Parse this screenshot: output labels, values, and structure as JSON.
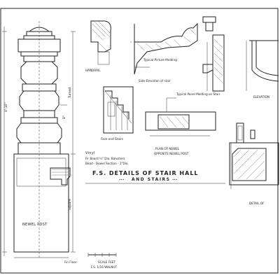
{
  "sheet": {
    "title_line1": "F.S. DETAILS OF STAIR HALL",
    "title_line2": "AND STAIRS",
    "dots": "•••"
  },
  "newel": {
    "label": "NEWEL POST",
    "dim_turned": "Turned",
    "dim_square": "Square",
    "dim_8in": "8\"",
    "dim_left": "4'-10\"",
    "note_floor": "Fin Floor"
  },
  "notes": {
    "vinyl_heading": "Vinyl",
    "vinyl_line1": "Fir Board ½\" Dia. Balusters",
    "vinyl_line2": "Bead - Dowel Section - 1\"Dia"
  },
  "details": {
    "handrail": "HANDRAIL",
    "typical_molding": "Typical Picture Molding",
    "side_elevation_stair": "Side Elevation of stair",
    "typical_panel": "Typical Panel Molding on Stair",
    "plan_of_newel": "PLAN OF NEWEL",
    "opposite_newel": "OPPOSITE NEWEL POST",
    "elevation": "ELEVATION",
    "detail": "DETAIL OF",
    "face_end": "Face end Stairs"
  },
  "scale": {
    "label": "SCALE FEET",
    "note": "F.S. 1/16 WALNUT"
  }
}
